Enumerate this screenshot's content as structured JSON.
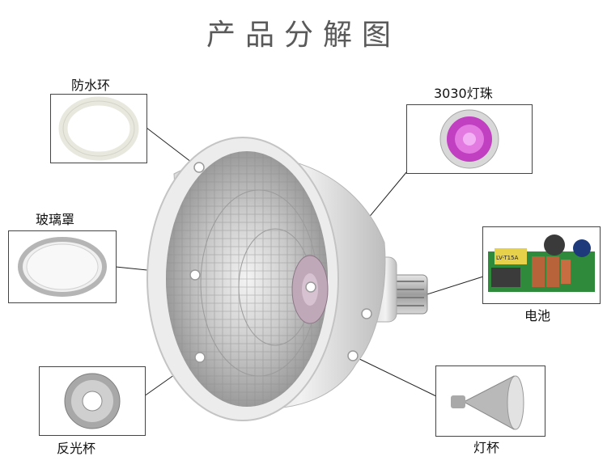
{
  "title": "产品分解图",
  "parts": {
    "waterproof_ring": "防水环",
    "glass_cover": "玻璃罩",
    "reflector_cup": "反光杯",
    "led_beads": "3030灯珠",
    "driver": "电池",
    "lamp_cup": "灯杯"
  },
  "driver_board_text": "LV-T15A"
}
